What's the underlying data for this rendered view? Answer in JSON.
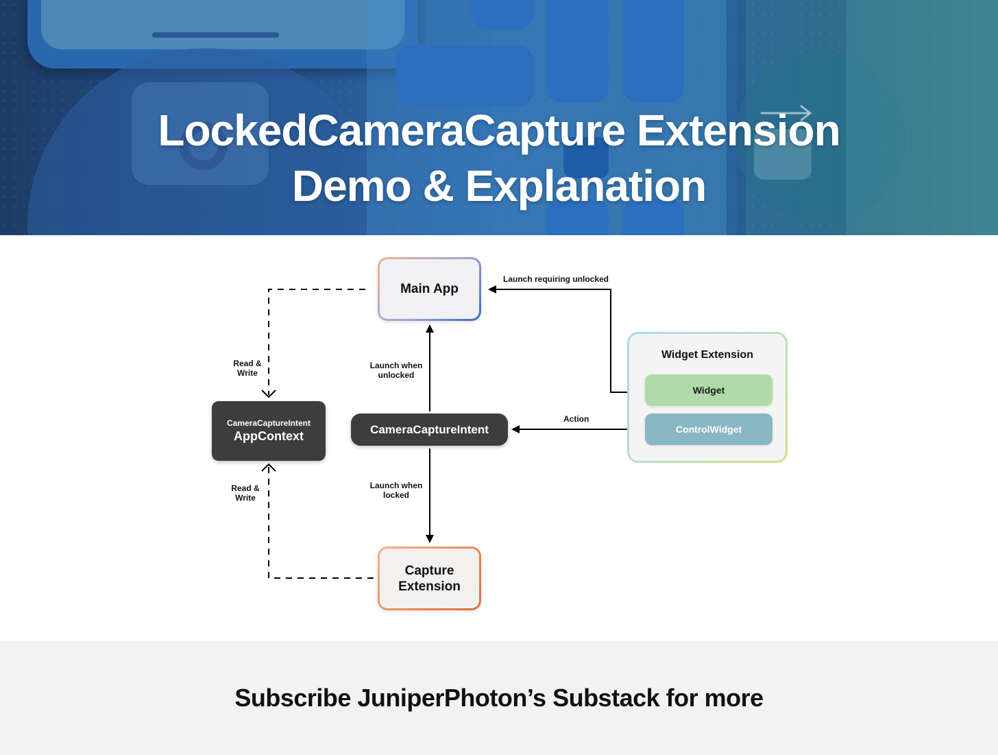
{
  "banner": {
    "title_line1": "LockedCameraCapture Extension",
    "title_line2": "Demo & Explanation"
  },
  "diagram": {
    "nodes": {
      "main_app": "Main App",
      "camera_capture_intent": "CameraCaptureIntent",
      "app_context_sub": "CameraCaptureIntent",
      "app_context_main": "AppContext",
      "capture_extension_line1": "Capture",
      "capture_extension_line2": "Extension",
      "widget_extension": "Widget Extension",
      "widget": "Widget",
      "control_widget": "ControlWidget"
    },
    "edges": {
      "launch_requiring_unlocked": "Launch requiring unlocked",
      "launch_when_unlocked_1": "Launch when",
      "launch_when_unlocked_2": "unlocked",
      "launch_when_locked_1": "Launch when",
      "launch_when_locked_2": "locked",
      "action": "Action",
      "read_write_top_1": "Read &",
      "read_write_top_2": "Write",
      "read_write_bottom_1": "Read &",
      "read_write_bottom_2": "Write"
    }
  },
  "footer": {
    "cta": "Subscribe JuniperPhoton’s Substack for more"
  }
}
